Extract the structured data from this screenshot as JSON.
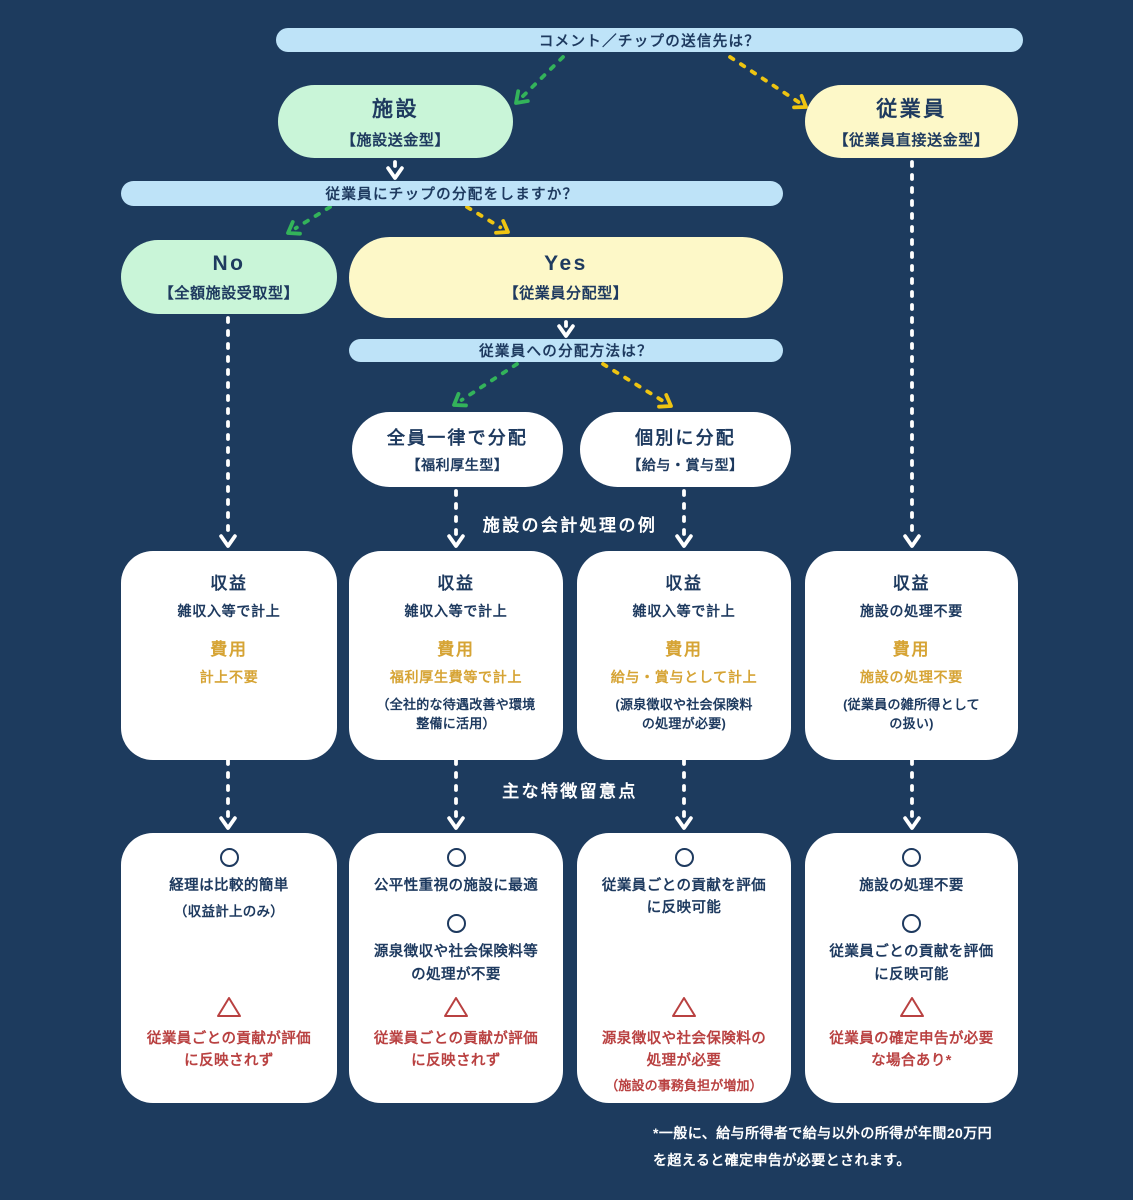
{
  "colors": {
    "background": "#1d3b5e",
    "question_bar": "#bee3f8",
    "facility_branch_green": "#c9f5d8",
    "employee_branch_yellow": "#fdf8c8",
    "card_white": "#ffffff",
    "navy_text": "#1e3a5f",
    "expense_gold": "#d6a435",
    "caution_red": "#b94141",
    "green_arrow": "#33b35a",
    "yellow_arrow": "#eec411",
    "white_arrow": "#ffffff"
  },
  "icons": {
    "pro_marker": "circle-outline",
    "con_marker": "triangle-outline"
  },
  "flow": {
    "q1": "コメント／チップの送信先は？",
    "facility": {
      "title": "施設",
      "subtitle": "【施設送金型】"
    },
    "employee": {
      "title": "従業員",
      "subtitle": "【従業員直接送金型】"
    },
    "q2": "従業員にチップの分配をしますか？",
    "no": {
      "title": "No",
      "subtitle": "【全額施設受取型】"
    },
    "yes": {
      "title": "Yes",
      "subtitle": "【従業員分配型】"
    },
    "q3": "従業員への分配方法は？",
    "uniform": {
      "title": "全員一律で分配",
      "subtitle": "【福利厚生型】"
    },
    "individual": {
      "title": "個別に分配",
      "subtitle": "【給与・賞与型】"
    }
  },
  "sections": {
    "accounting": "施設の会計処理の例",
    "features": "主な特徴留意点"
  },
  "accounting_cards": [
    {
      "revenue_label": "収益",
      "revenue": "雑収入等で計上",
      "expense_label": "費用",
      "expense": "計上不要"
    },
    {
      "revenue_label": "収益",
      "revenue": "雑収入等で計上",
      "expense_label": "費用",
      "expense": "福利厚生費等で計上",
      "note": "（全社的な待遇改善や環境\n整備に活用）"
    },
    {
      "revenue_label": "収益",
      "revenue": "雑収入等で計上",
      "expense_label": "費用",
      "expense": "給与・賞与として計上",
      "note": "(源泉徴収や社会保険料\nの処理が必要)"
    },
    {
      "revenue_label": "収益",
      "revenue": "施設の処理不要",
      "expense_label": "費用",
      "expense": "施設の処理不要",
      "note": "(従業員の雑所得として\nの扱い)"
    }
  ],
  "feature_cards": [
    {
      "pros": [
        {
          "text": "経理は比較的簡単",
          "note": "（収益計上のみ）"
        }
      ],
      "cons": [
        {
          "text": "従業員ごとの貢献が評価\nに反映されず"
        }
      ]
    },
    {
      "pros": [
        {
          "text": "公平性重視の施設に最適"
        },
        {
          "text": "源泉徴収や社会保険料等\nの処理が不要"
        }
      ],
      "cons": [
        {
          "text": "従業員ごとの貢献が評価\nに反映されず"
        }
      ]
    },
    {
      "pros": [
        {
          "text": "従業員ごとの貢献を評価\nに反映可能"
        }
      ],
      "cons": [
        {
          "text": "源泉徴収や社会保険料の\n処理が必要",
          "note": "（施設の事務負担が増加）"
        }
      ]
    },
    {
      "pros": [
        {
          "text": "施設の処理不要"
        },
        {
          "text": "従業員ごとの貢献を評価\nに反映可能"
        }
      ],
      "cons": [
        {
          "text": "従業員の確定申告が必要\nな場合あり*"
        }
      ]
    }
  ],
  "footnote": "*一般に、給与所得者で給与以外の所得が年間20万円\nを超えると確定申告が必要とされます。"
}
